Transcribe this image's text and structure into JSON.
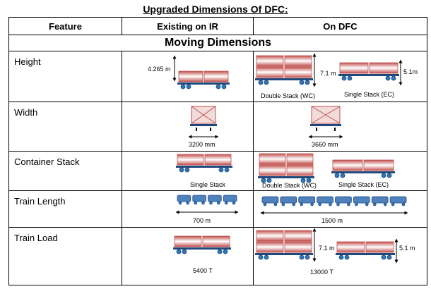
{
  "title": "Upgraded Dimensions Of DFC:",
  "headers": {
    "feature": "Feature",
    "existing": "Existing on IR",
    "dfc": "On DFC"
  },
  "section": "Moving Dimensions",
  "rows": [
    {
      "feature": "Height",
      "ir": {
        "height": "4.265 m"
      },
      "dfc": {
        "height_double": "7.1 m",
        "height_single": "5.1m",
        "double_label": "Double Stack (WC)",
        "single_label": "Single Stack (EC)"
      }
    },
    {
      "feature": "Width",
      "ir": {
        "width": "3200 mm"
      },
      "dfc": {
        "width": "3660 mm"
      }
    },
    {
      "feature": "Container Stack",
      "ir": {
        "label": "Single Stack"
      },
      "dfc": {
        "double_label": "Double Stack (WC)",
        "single_label": "Single Stack (EC)"
      }
    },
    {
      "feature": "Train Length",
      "ir": {
        "length": "700 m"
      },
      "dfc": {
        "length": "1500 m"
      }
    },
    {
      "feature": "Train Load",
      "ir": {
        "load": "5400 T"
      },
      "dfc": {
        "height_double": "7.1 m",
        "height_single": "5.1 m",
        "load": "13000 T"
      }
    }
  ],
  "colors": {
    "container_edge": "#c0504d",
    "container_mid": "#ffffff",
    "wagon": "#1f497d",
    "wheel": "#2e75b6",
    "coach": "#4f81bd"
  }
}
